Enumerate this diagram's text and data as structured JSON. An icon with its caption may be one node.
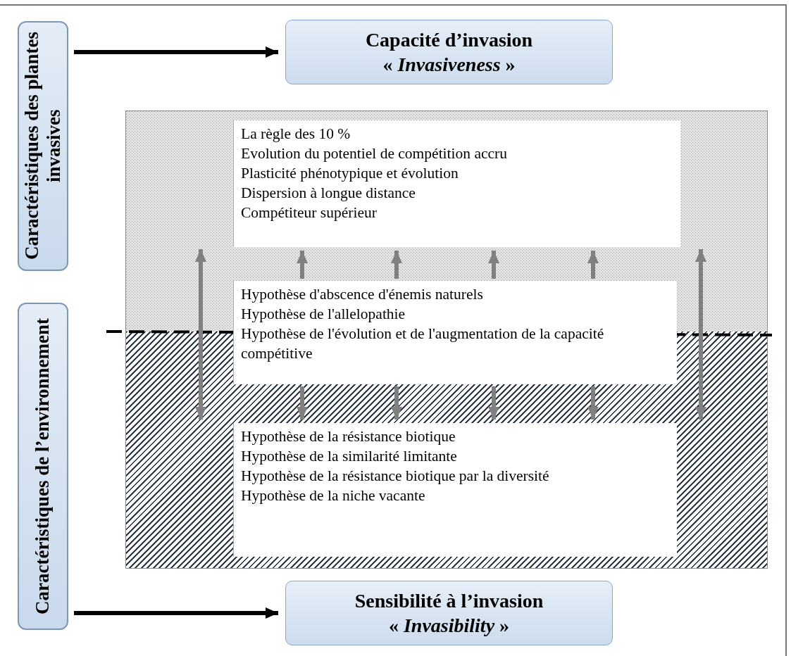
{
  "diagram": {
    "nodes": [
      {
        "text": [
          "Caractéristiques des plantes invasives"
        ]
      },
      {
        "text": [
          "Capacité d’invasion",
          "« *Invasiveness* »"
        ]
      },
      {
        "text": [
          "Caractéristiques de l’environnement"
        ]
      },
      {
        "text": [
          "Sensibilité à l’invasion",
          "« *Invasibility* »"
        ]
      },
      {
        "text": [],
        "shape": "box"
      },
      {
        "text": [
          "La règle des 10 %",
          "Evolution du potentiel de compétition accru",
          "Plasticité phénotypique et évolution",
          "Dispersion à longue distance",
          "Compétiteur supérieur"
        ],
        "in": 4
      },
      {
        "text": [
          "Hypothèse d'abscence d'énemis naturels",
          "Hypothèse de l'allelopathie",
          "Hypothèse de l'évolution et de l'augmentation de la capacité compétitive"
        ],
        "in": 4
      },
      {
        "text": [
          "Hypothèse de la résistance biotique",
          "Hypothèse de la similarité limitante",
          "Hypothèse de la résistance biotique par la diversité",
          "Hypothèse de la niche vacante"
        ],
        "in": 4
      }
    ],
    "edges": [
      {
        "from": 0,
        "to": 1,
        "arrow": "to",
        "color": "#000000"
      },
      {
        "from": 2,
        "to": 3,
        "arrow": "to",
        "color": "#000000"
      },
      {
        "from": 5,
        "to": 7,
        "arrow": "both"
      },
      {
        "from": 6,
        "to": 5,
        "arrow": "to"
      },
      {
        "from": 6,
        "to": 7,
        "arrow": "to"
      },
      {
        "from": 6,
        "to": 5,
        "arrow": "to"
      },
      {
        "from": 6,
        "to": 7,
        "arrow": "to"
      },
      {
        "from": 6,
        "to": 5,
        "arrow": "to"
      },
      {
        "from": 6,
        "to": 7,
        "arrow": "to"
      },
      {
        "from": 6,
        "to": 5,
        "arrow": "to"
      },
      {
        "from": 6,
        "to": 7,
        "arrow": "to"
      },
      {
        "from": 5,
        "to": 7,
        "arrow": "both"
      }
    ]
  }
}
